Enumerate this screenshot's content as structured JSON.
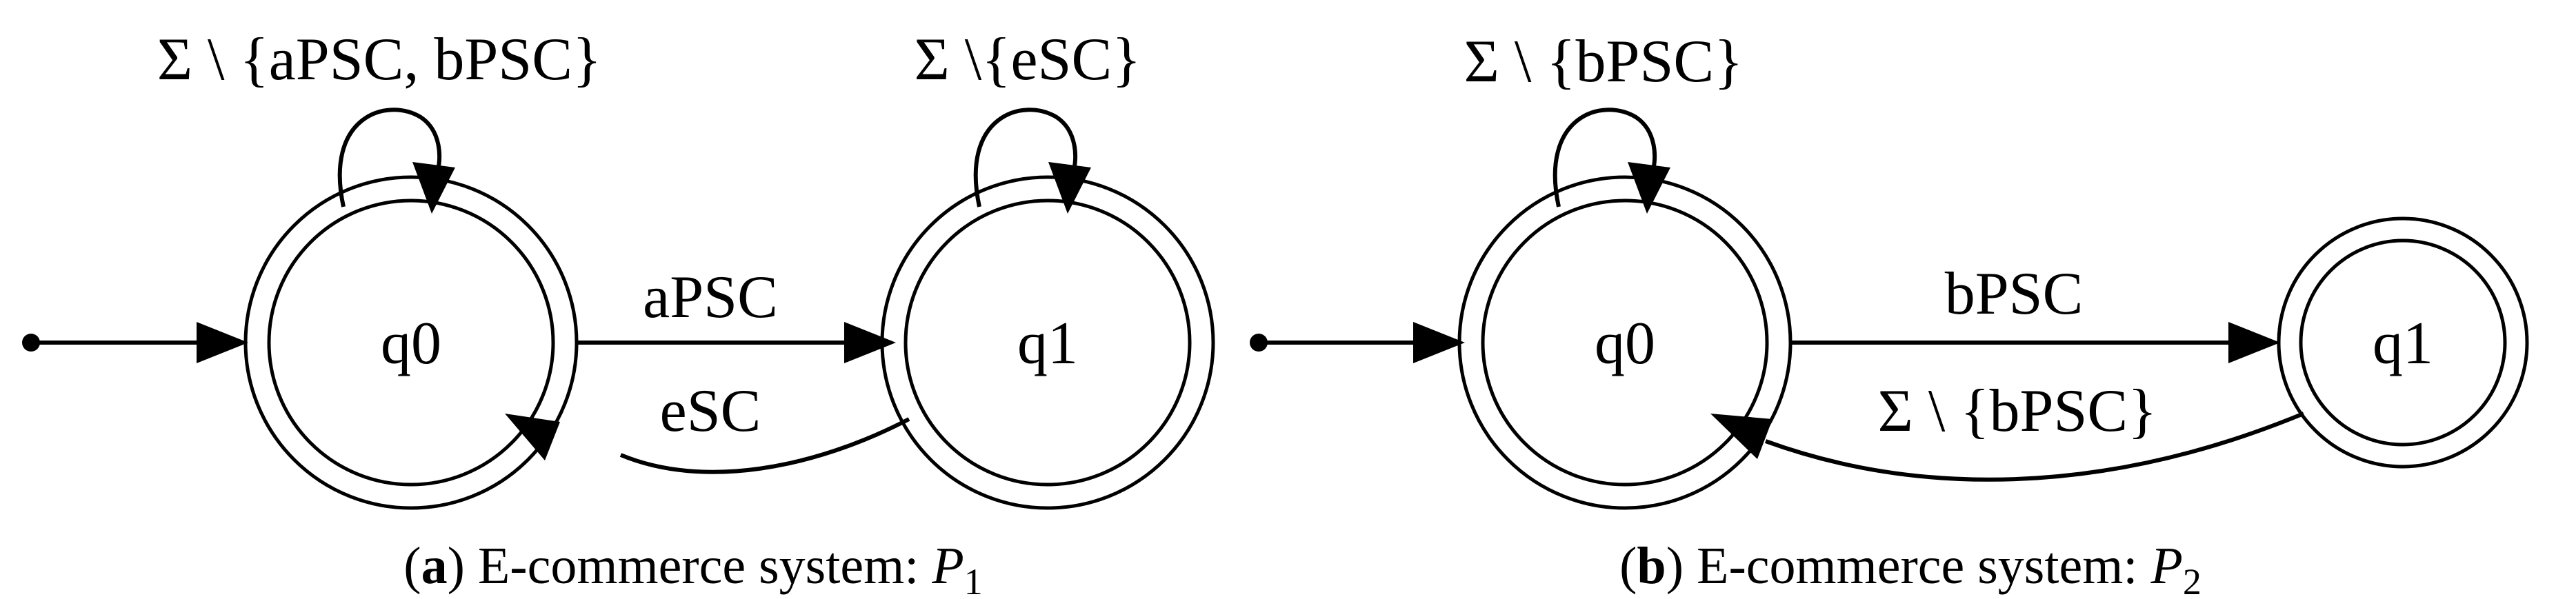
{
  "panels": [
    {
      "id": "a",
      "caption": {
        "open": "(",
        "letter": "a",
        "close": ")",
        "text": " E-commerce system: ",
        "var": "P",
        "sub": "1"
      },
      "states": [
        {
          "id": "q0",
          "label": "q0",
          "initial": true,
          "accepting": true
        },
        {
          "id": "q1",
          "label": "q1",
          "initial": false,
          "accepting": true
        }
      ],
      "transitions": [
        {
          "from": "q0",
          "to": "q0",
          "label": "Σ \\ {aPSC, bPSC}"
        },
        {
          "from": "q1",
          "to": "q1",
          "label": "Σ \\{eSC}"
        },
        {
          "from": "q0",
          "to": "q1",
          "label": "aPSC"
        },
        {
          "from": "q1",
          "to": "q0",
          "label": "eSC"
        }
      ]
    },
    {
      "id": "b",
      "caption": {
        "open": "(",
        "letter": "b",
        "close": ")",
        "text": " E-commerce system: ",
        "var": "P",
        "sub": "2"
      },
      "states": [
        {
          "id": "q0",
          "label": "q0",
          "initial": true,
          "accepting": true
        },
        {
          "id": "q1",
          "label": "q1",
          "initial": false,
          "accepting": true
        }
      ],
      "transitions": [
        {
          "from": "q0",
          "to": "q0",
          "label": "Σ \\ {bPSC}"
        },
        {
          "from": "q0",
          "to": "q1",
          "label": "bPSC"
        },
        {
          "from": "q1",
          "to": "q0",
          "label": "Σ \\ {bPSC}"
        }
      ]
    }
  ]
}
